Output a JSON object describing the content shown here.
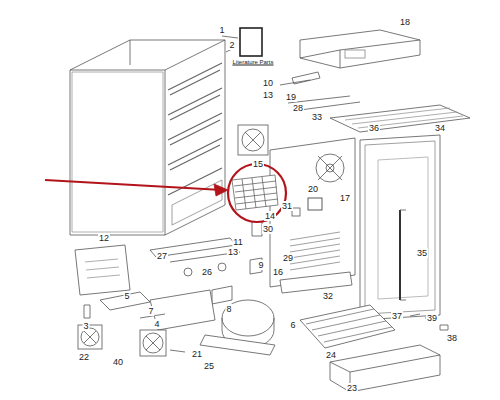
{
  "diagram": {
    "labels": [
      "1",
      "Literature Parts",
      "2",
      "18",
      "10",
      "13",
      "19",
      "28",
      "33",
      "36",
      "34",
      "15",
      "17",
      "20",
      "31",
      "14",
      "30",
      "11",
      "13",
      "12",
      "27",
      "26",
      "29",
      "9",
      "16",
      "32",
      "35",
      "5",
      "7",
      "4",
      "8",
      "6",
      "3",
      "22",
      "40",
      "21",
      "25",
      "24",
      "37",
      "39",
      "38",
      "23"
    ]
  }
}
